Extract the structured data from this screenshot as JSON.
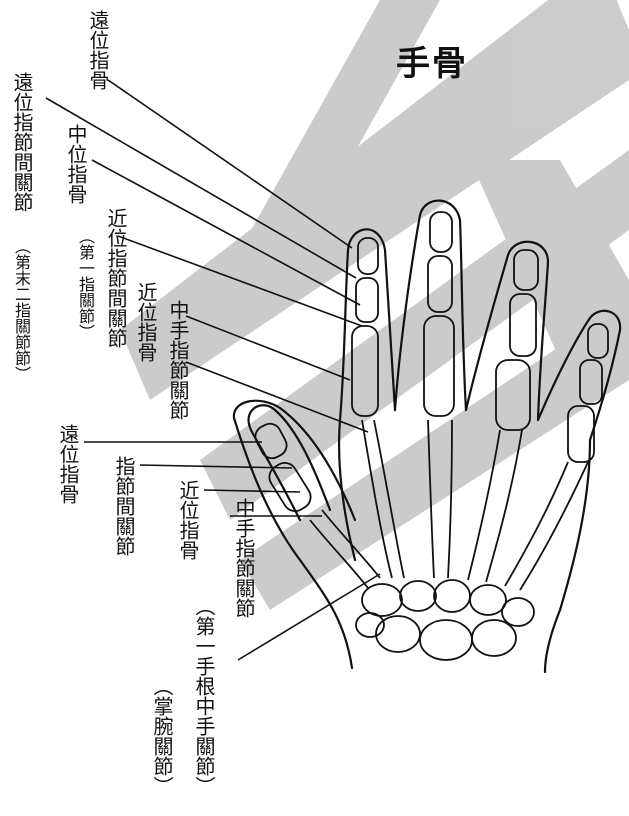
{
  "title": "手骨",
  "labels": {
    "distal_phalanx_top": "遠位指骨",
    "dip_joint": "遠位指節間關節",
    "dip_joint_note": "（第末二指關節節）",
    "middle_phalanx": "中位指骨",
    "pip_joint": "近位指節間關節",
    "pip_joint_note": "（第一指關節）",
    "proximal_phalanx": "近位指骨",
    "mcp_joint": "中手指節關節",
    "thumb_distal": "遠位指骨",
    "thumb_ip_joint": "指節間關節",
    "thumb_proximal": "近位指骨",
    "thumb_mcp_joint": "中手指節關節",
    "cmc_joint": "（第一手根中手關節）",
    "cmc_note": "（掌腕關節）"
  },
  "colors": {
    "ink": "#111111",
    "watermark": "#c9c9c9"
  }
}
